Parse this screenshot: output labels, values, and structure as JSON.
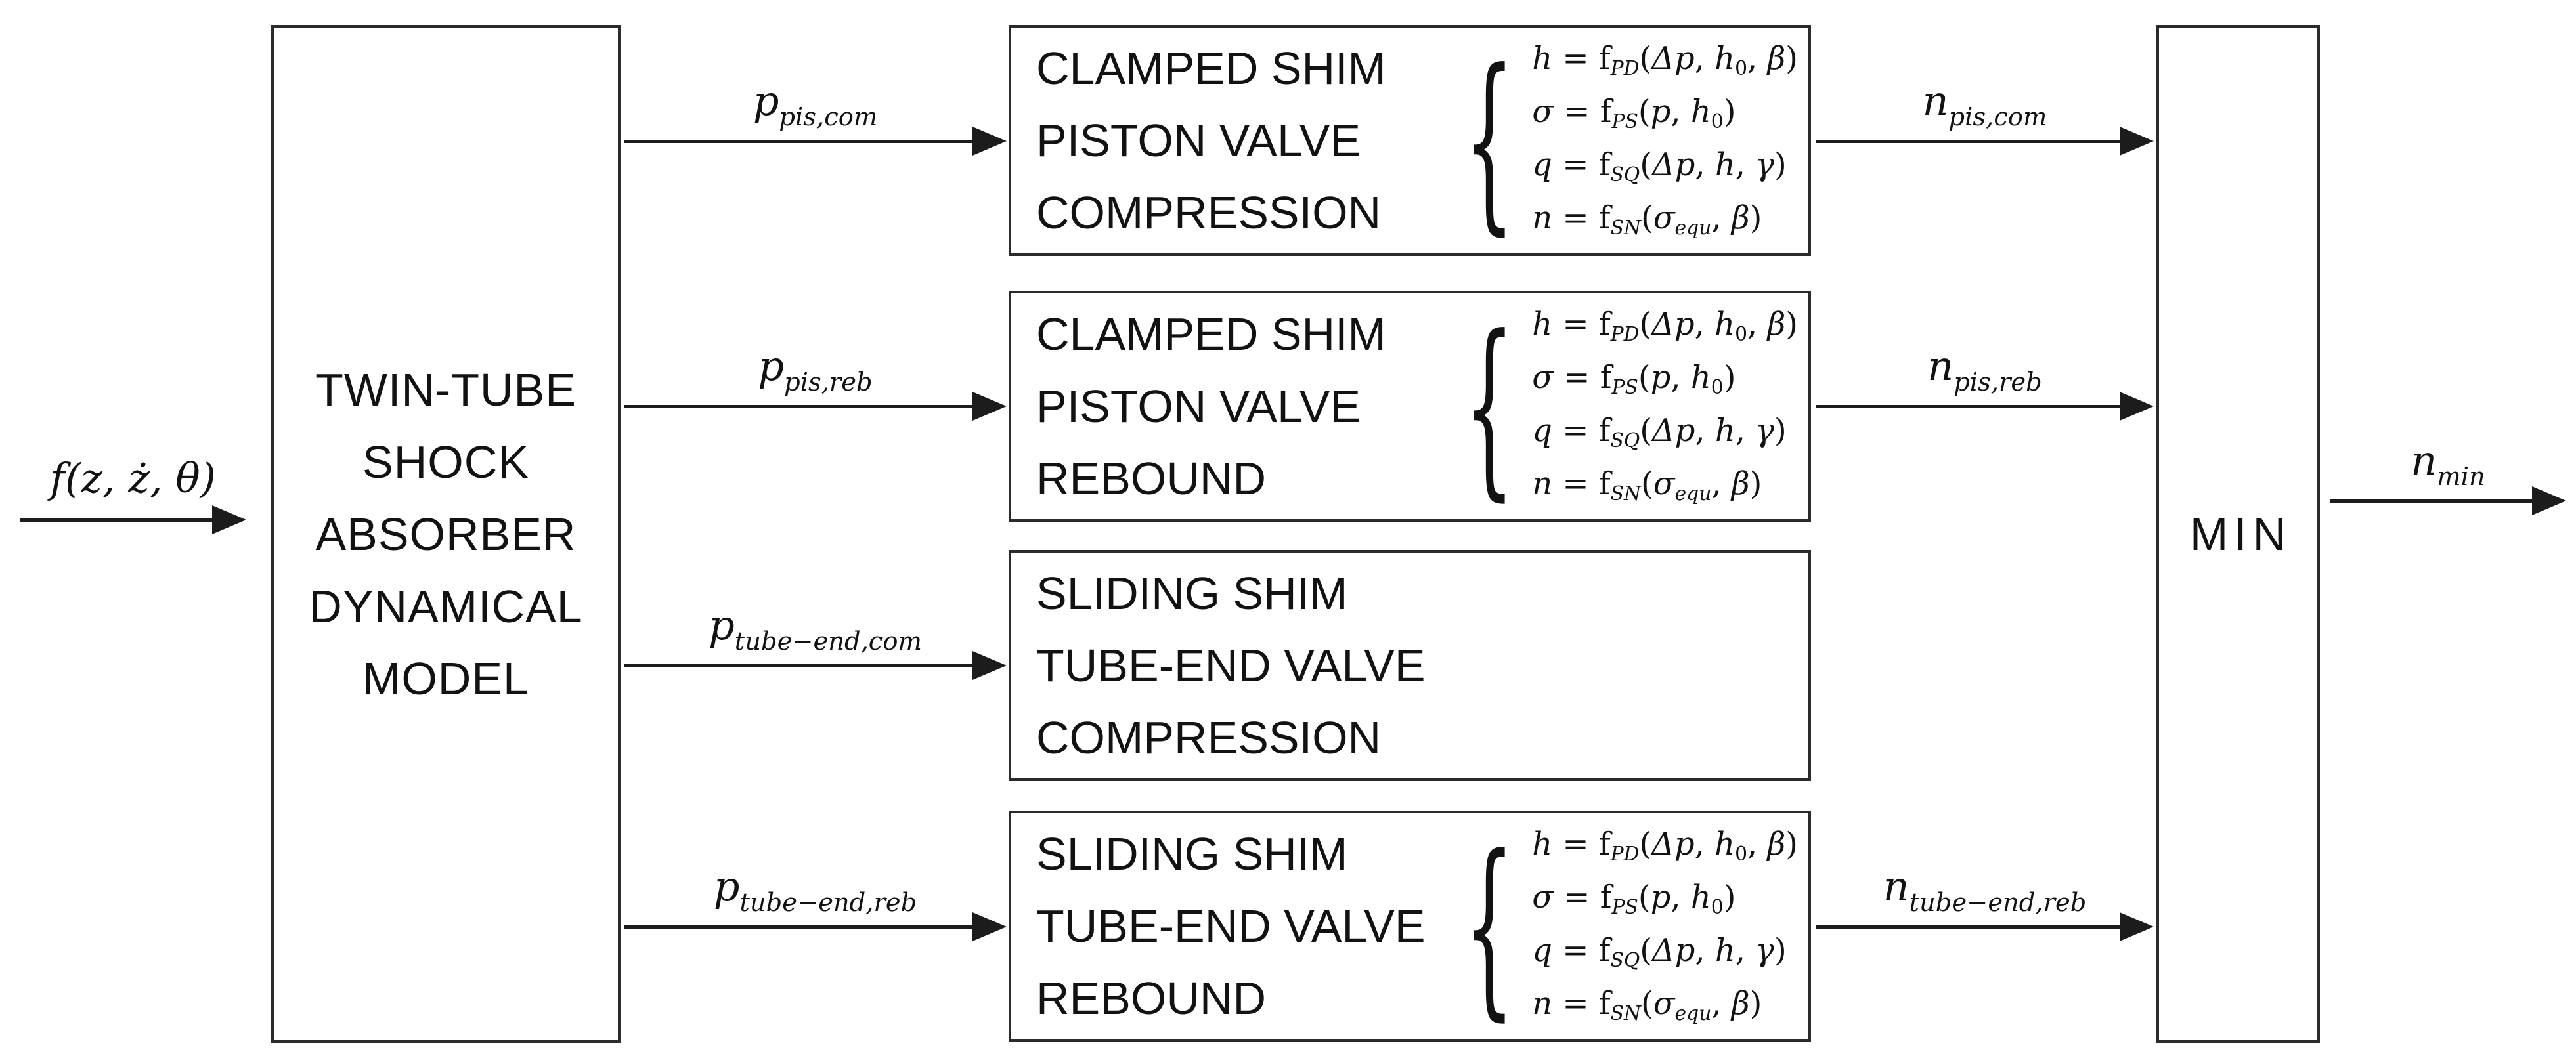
{
  "figure": {
    "background": "#ffffff",
    "line_color": "#1c1c1c",
    "border_color": "#2b2b2b",
    "text_color": "#121212"
  },
  "input": {
    "base": "f",
    "expr": "(z, ż, θ)"
  },
  "model_box": {
    "lines": [
      "TWIN-TUBE",
      "SHOCK",
      "ABSORBER",
      "DYNAMICAL",
      "MODEL"
    ]
  },
  "valves": [
    {
      "title": [
        "CLAMPED SHIM",
        "PISTON VALVE",
        "COMPRESSION"
      ],
      "input": {
        "base": "p",
        "sub": "pis,com"
      },
      "output": {
        "base": "n",
        "sub": "pis,com"
      }
    },
    {
      "title": [
        "CLAMPED SHIM",
        "PISTON VALVE",
        "REBOUND"
      ],
      "input": {
        "base": "p",
        "sub": "pis,reb"
      },
      "output": {
        "base": "n",
        "sub": "pis,reb"
      }
    },
    {
      "title": [
        "SLIDING SHIM",
        "TUBE-END VALVE",
        "COMPRESSION"
      ],
      "input": {
        "base": "p",
        "sub": "tube−end,com"
      }
    },
    {
      "title": [
        "SLIDING SHIM",
        "TUBE-END VALVE",
        "REBOUND"
      ],
      "input": {
        "base": "p",
        "sub": "tube−end,reb"
      },
      "output": {
        "base": "n",
        "sub": "tube−end,reb"
      }
    }
  ],
  "equations": {
    "brace": "{",
    "lines": [
      [
        [
          "h",
          "i"
        ],
        [
          " = ",
          "n"
        ],
        [
          "f",
          "n"
        ],
        [
          "PD",
          "si"
        ],
        [
          "(",
          "n"
        ],
        [
          "Δp",
          "i"
        ],
        [
          ", ",
          "n"
        ],
        [
          "h",
          "i"
        ],
        [
          "0",
          "sn"
        ],
        [
          ", ",
          "n"
        ],
        [
          "β",
          "i"
        ],
        [
          ")",
          "n"
        ]
      ],
      [
        [
          "σ",
          "i"
        ],
        [
          " = ",
          "n"
        ],
        [
          "f",
          "n"
        ],
        [
          "PS",
          "si"
        ],
        [
          "(",
          "n"
        ],
        [
          "p",
          "i"
        ],
        [
          ", ",
          "n"
        ],
        [
          "h",
          "i"
        ],
        [
          "0",
          "sn"
        ],
        [
          ")",
          "n"
        ]
      ],
      [
        [
          "q",
          "i"
        ],
        [
          " = ",
          "n"
        ],
        [
          "f",
          "n"
        ],
        [
          "SQ",
          "si"
        ],
        [
          "(",
          "n"
        ],
        [
          "Δp",
          "i"
        ],
        [
          ", ",
          "n"
        ],
        [
          "h",
          "i"
        ],
        [
          ", ",
          "n"
        ],
        [
          "γ",
          "i"
        ],
        [
          ")",
          "n"
        ]
      ],
      [
        [
          "n",
          "i"
        ],
        [
          " = ",
          "n"
        ],
        [
          "f",
          "n"
        ],
        [
          "SN",
          "si"
        ],
        [
          "(",
          "n"
        ],
        [
          "σ",
          "i"
        ],
        [
          "equ",
          "si"
        ],
        [
          ", ",
          "n"
        ],
        [
          "β",
          "i"
        ],
        [
          ")",
          "n"
        ]
      ]
    ]
  },
  "min_box": {
    "label": "MIN"
  },
  "output": {
    "base": "n",
    "sub": "min"
  }
}
